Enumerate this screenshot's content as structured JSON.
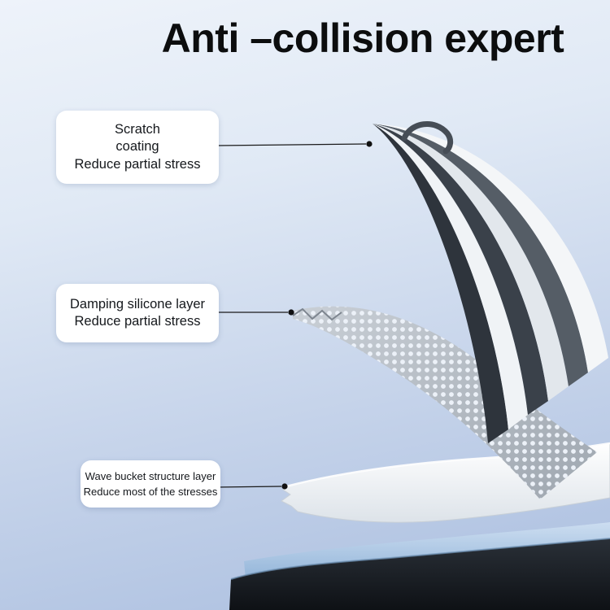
{
  "title": "Anti –collision expert",
  "callouts": [
    {
      "text": "Scratch\ncoating\nReduce partial stress"
    },
    {
      "text": "Damping silicone layer\nReduce partial stress"
    },
    {
      "text": "Wave bucket structure layer\nReduce most of the stresses"
    }
  ],
  "colors": {
    "background_top": "#eef3fa",
    "background_bottom": "#aabedf",
    "title_text": "#0c0d0e",
    "callout_background": "#ffffff",
    "callout_text": "#15181c",
    "leader_line": "#1a1a1a",
    "chrome_light": "#f0f3f6",
    "chrome_dark": "#2e343c",
    "mesh_gray": "#b6bcc4",
    "wave_layer_white": "#f7f9fb",
    "phone_body_dark": "#14171b",
    "phone_reflection_blue": "#b9d2ea"
  }
}
